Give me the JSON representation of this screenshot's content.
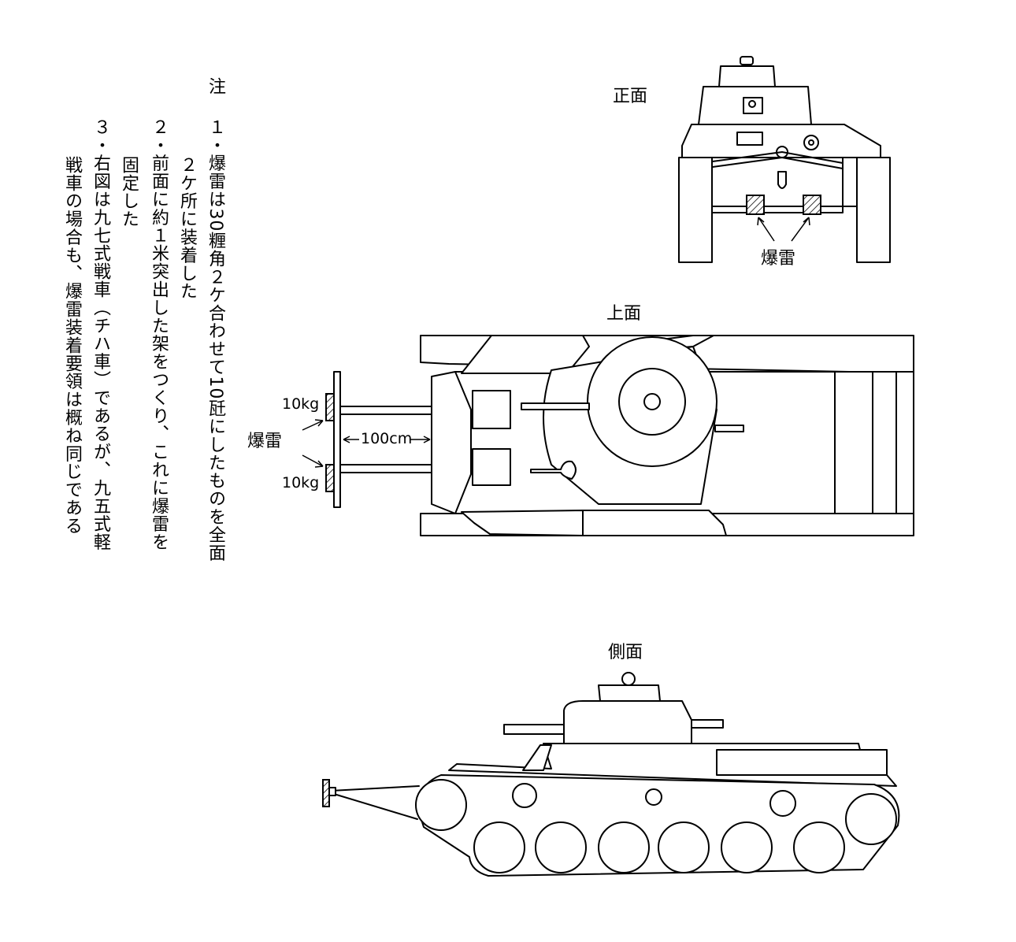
{
  "notes": {
    "heading": "注",
    "lines": [
      "１・爆雷は30糎角２ケ合わせて10瓩にしたものを全面",
      "２ケ所に装着した",
      "２・前面に約１米突出した架をつくり、これに爆雷を",
      "固定した",
      "３・右図は九七式戦車（チハ車）であるが、九五式軽",
      "戦車の場合も、爆雷装着要領は概ね同じである"
    ]
  },
  "front_view": {
    "title": "正面",
    "charge_label": "爆雷"
  },
  "top_view": {
    "title": "上面",
    "charge_label": "爆雷",
    "upper_weight": "10kg",
    "lower_weight": "10kg",
    "distance": "100cm"
  },
  "side_view": {
    "title": "側面"
  }
}
